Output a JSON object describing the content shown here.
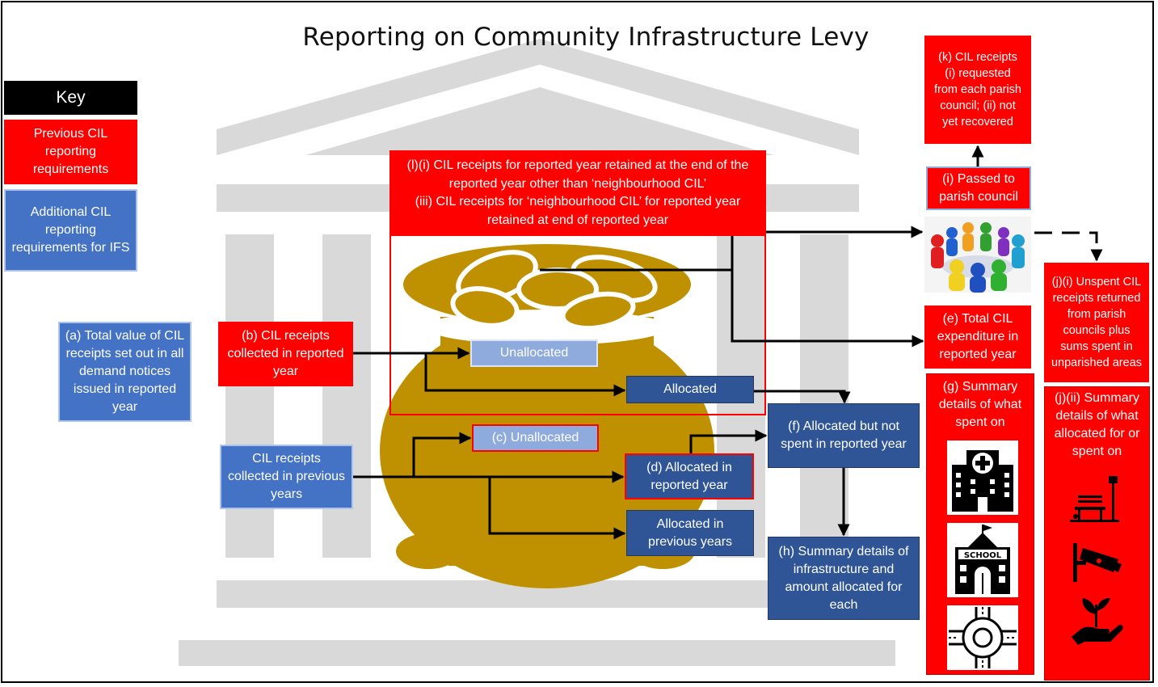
{
  "title": "Reporting on Community Infrastructure Levy",
  "colors": {
    "previous": "#ff0000",
    "additional": "#4472c4",
    "allocated": "#2f5597",
    "unallocated": "#8faadc",
    "pot": "#bf9000",
    "building": "#d9d9d9"
  },
  "key": {
    "heading": "Key",
    "previous": "Previous CIL reporting requirements",
    "additional": "Additional CIL reporting requirements for IFS"
  },
  "boxes": {
    "a": "(a) Total value of CIL receipts set out in all demand notices issued in reported year",
    "b": "(b) CIL receipts collected  in reported year",
    "prev_years": "CIL receipts collected in previous years",
    "l": "(l)(i) CIL receipts for reported year retained at the end of the reported year other than ‘neighbourhood CIL’\n(iii) CIL receipts for ‘neighbourhood CIL’ for reported year retained at end of reported year",
    "unallocated": "Unallocated",
    "allocated": "Allocated",
    "c": "(c) Unallocated",
    "d": "(d) Allocated in reported year",
    "alloc_prev": "Allocated in previous years",
    "f": "(f) Allocated but not spent in reported year",
    "h": "(h) Summary details of infrastructure and amount allocated for each",
    "k": "(k) CIL receipts (i) requested from each parish council; (ii) not yet recovered",
    "i": "(i) Passed to parish council",
    "e": "(e) Total CIL expenditure in reported year",
    "g": "(g) Summary details of what spent on",
    "j1": "(j)(i) Unspent CIL receipts returned from parish councils plus sums spent in unparished areas",
    "j2": "(j)(ii) Summary details of what allocated for or spent on"
  },
  "icons": {
    "parish": "people-round-table-icon",
    "g": [
      "hospital-icon",
      "school-icon",
      "roundabout-icon"
    ],
    "g_school_text": "SCHOOL",
    "j2": [
      "park-bench-icon",
      "cctv-camera-icon",
      "hand-plant-icon"
    ]
  }
}
